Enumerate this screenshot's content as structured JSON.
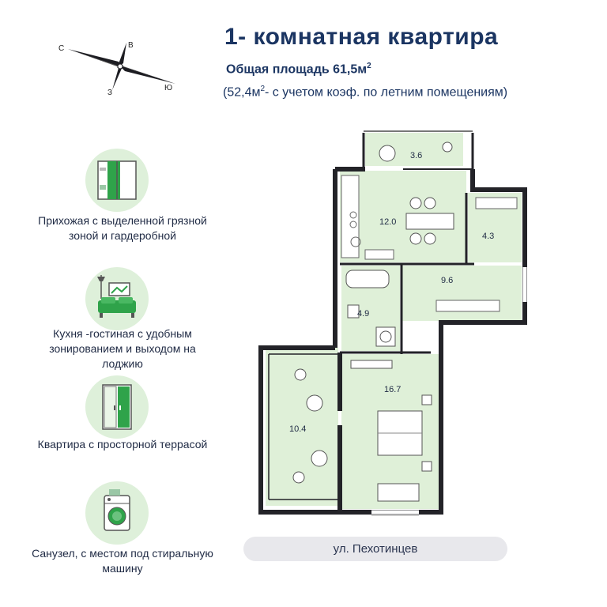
{
  "header": {
    "title": "1- комнатная  квартира",
    "area_label": "Общая площадь 61,5м",
    "area_sup": "2",
    "subarea_prefix": "(52,4м",
    "subarea_sup": "2",
    "subarea_rest": "- с учетом коэф. по летним помещениям)"
  },
  "compass": {
    "north": "С",
    "east": "В",
    "south": "Ю",
    "west": "З"
  },
  "features": [
    {
      "icon": "wardrobe-icon",
      "text": "Прихожая с выделенной грязной зоной  и гардеробной"
    },
    {
      "icon": "living-room-icon",
      "text": "Кухня -гостиная с удобным зонированием и выходом на лоджию"
    },
    {
      "icon": "balcony-door-icon",
      "text": "Квартира с просторной террасой"
    },
    {
      "icon": "washing-machine-icon",
      "text": "Санузел, с местом под стиральную машину"
    }
  ],
  "rooms": [
    {
      "id": "balcony",
      "area": "3.6"
    },
    {
      "id": "kitchen-living",
      "area": "12.0"
    },
    {
      "id": "wardrobe",
      "area": "4.3"
    },
    {
      "id": "hallway",
      "area": "9.6"
    },
    {
      "id": "bathroom",
      "area": "4.9"
    },
    {
      "id": "bedroom",
      "area": "16.7"
    },
    {
      "id": "terrace",
      "area": "10.4"
    }
  ],
  "street_label": "ул. Пехотинцев",
  "colors": {
    "brand": "#1b3562",
    "room_fill": "#dff0d8",
    "wall": "#232328",
    "icon_green": "#2fa34a"
  }
}
